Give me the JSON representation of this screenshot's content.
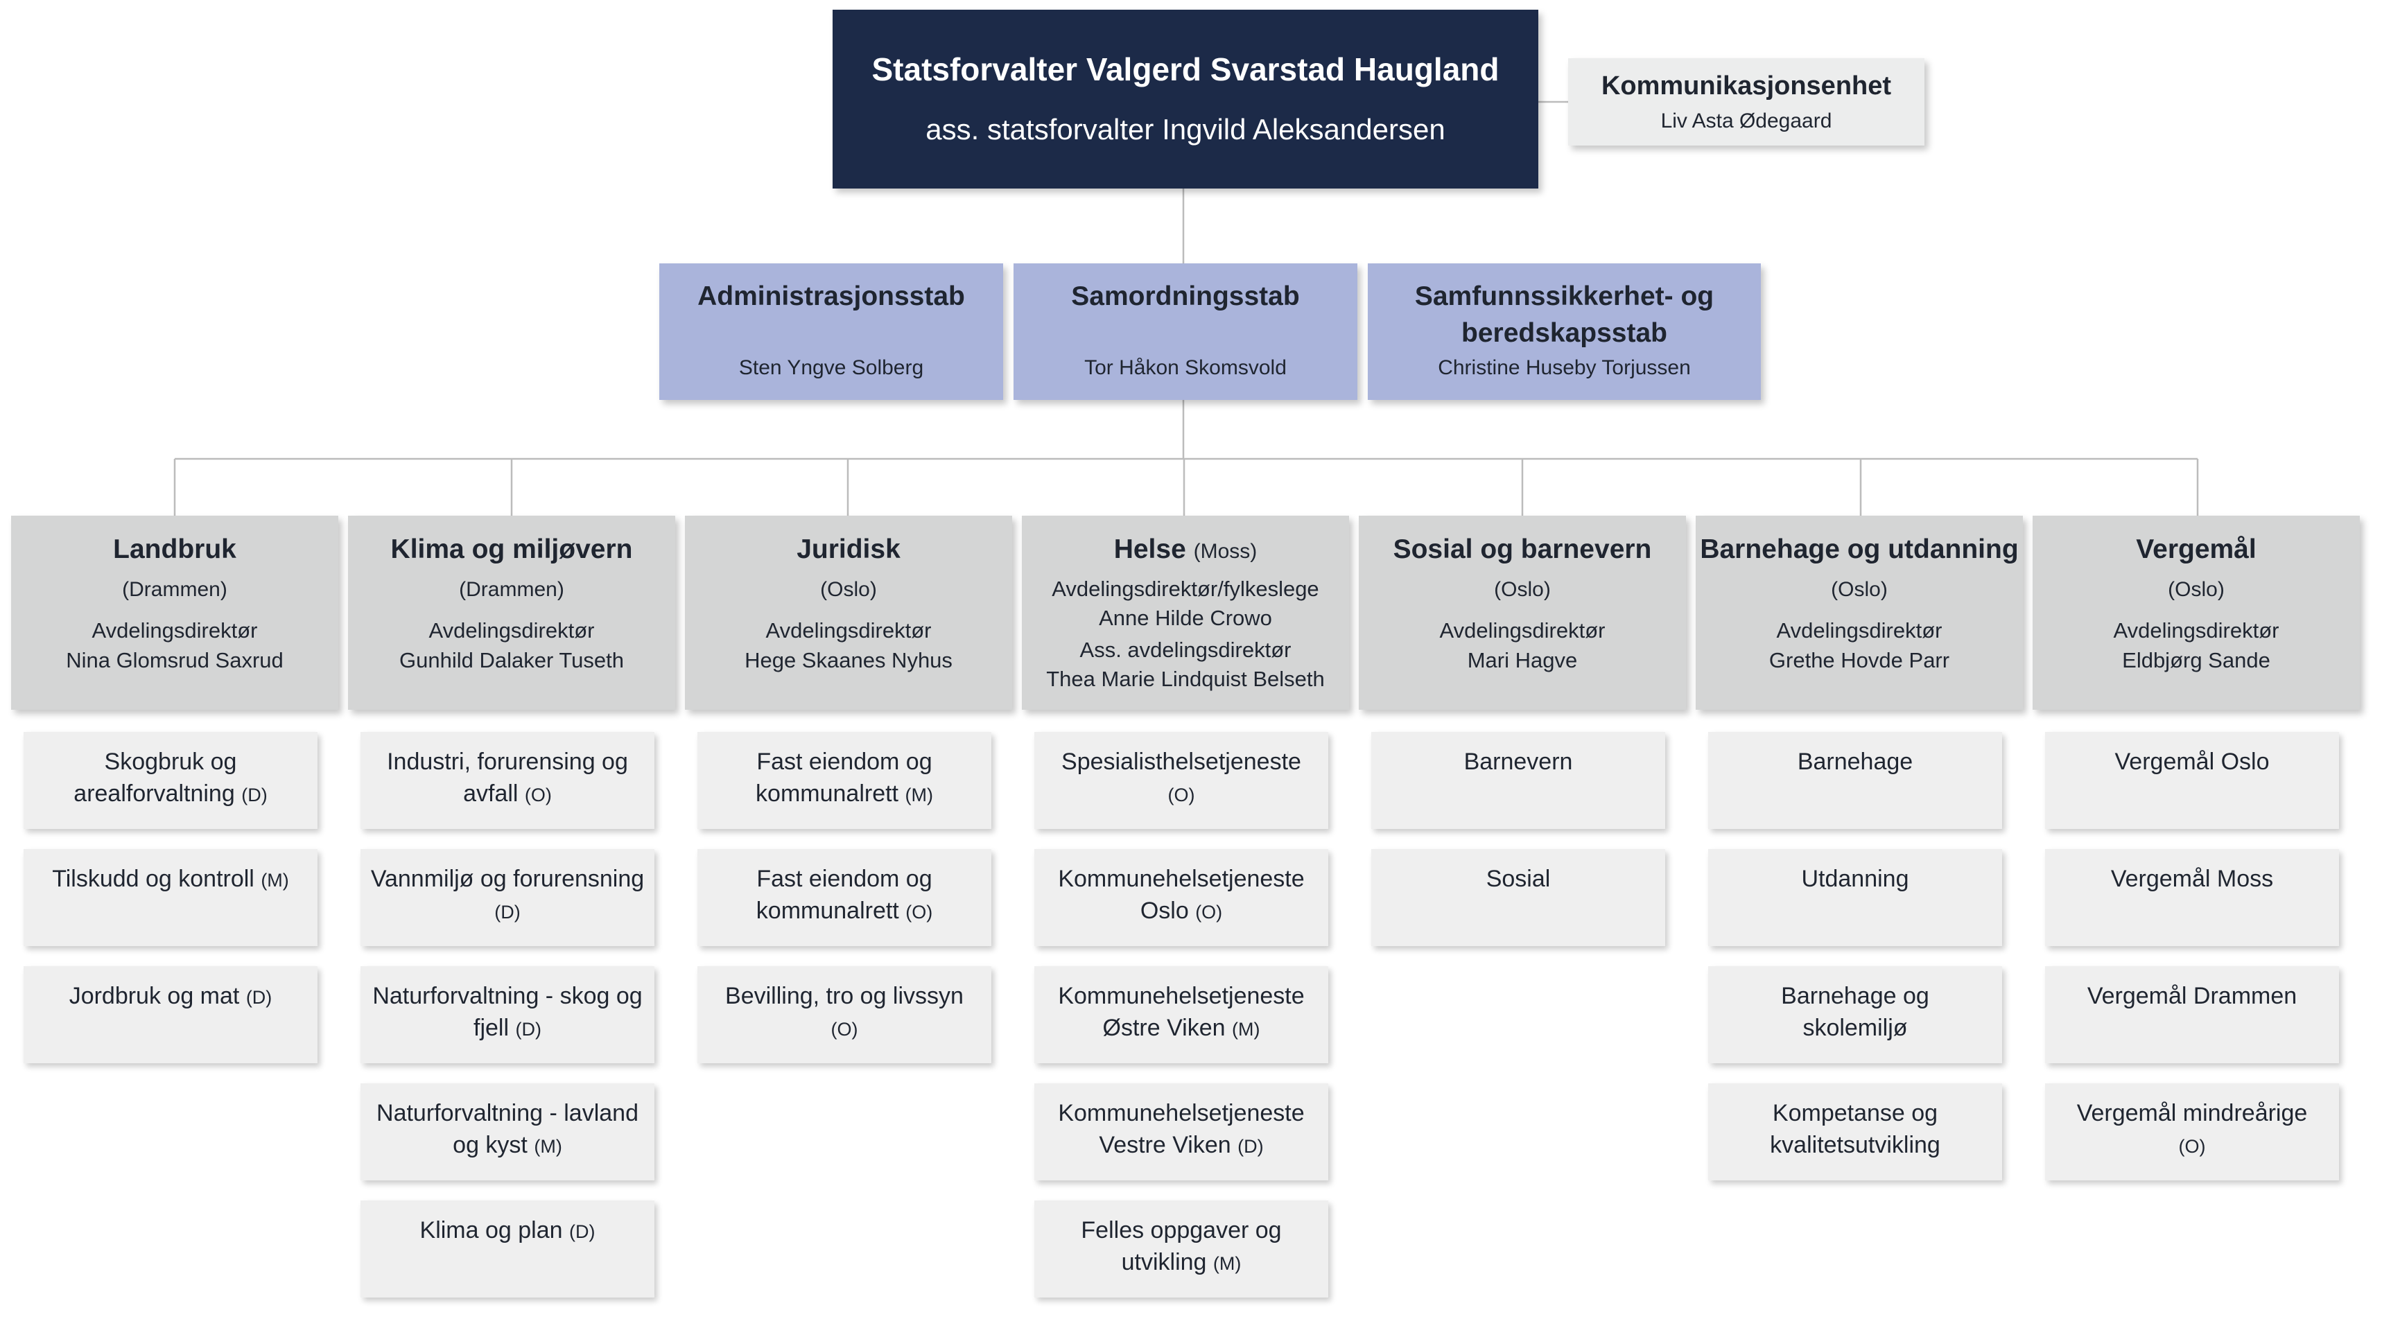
{
  "top": {
    "title": "Statsforvalter Valgerd Svarstad Haugland",
    "subtitle": "ass. statsforvalter Ingvild Aleksandersen"
  },
  "side": {
    "title": "Kommunikasjonsenhet",
    "name": "Liv Asta Ødegaard"
  },
  "staffs": [
    {
      "title": "Administrasjonsstab",
      "name": "Sten Yngve Solberg"
    },
    {
      "title": "Samordningsstab",
      "name": "Tor Håkon Skomsvold"
    },
    {
      "title": "Samfunnssikkerhet- og beredskapsstab",
      "name": "Christine Huseby Torjussen"
    }
  ],
  "departments": [
    {
      "title": "Landbruk",
      "location": "(Drammen)",
      "role": "Avdelingsdirektør",
      "director": "Nina Glomsrud Saxrud",
      "units": [
        {
          "name": "Skogbruk og arealforvaltning",
          "code": "(D)"
        },
        {
          "name": "Tilskudd og kontroll",
          "code": "(M)"
        },
        {
          "name": "Jordbruk og mat",
          "code": "(D)"
        }
      ]
    },
    {
      "title": "Klima og miljøvern",
      "location": "(Drammen)",
      "role": "Avdelingsdirektør",
      "director": "Gunhild Dalaker Tuseth",
      "units": [
        {
          "name": "Industri, forurensing og avfall",
          "code": "(O)"
        },
        {
          "name": "Vannmiljø og forurensning",
          "code": "(D)"
        },
        {
          "name": "Naturforvaltning - skog og fjell",
          "code": "(D)"
        },
        {
          "name": "Naturforvaltning - lavland og kyst",
          "code": "(M)"
        },
        {
          "name": "Klima og plan",
          "code": "(D)"
        }
      ]
    },
    {
      "title": "Juridisk",
      "location": "(Oslo)",
      "role": "Avdelingsdirektør",
      "director": "Hege Skaanes Nyhus",
      "units": [
        {
          "name": "Fast eiendom og kommunalrett",
          "code": "(M)"
        },
        {
          "name": "Fast eiendom og kommunalrett",
          "code": "(O)"
        },
        {
          "name": "Bevilling, tro og livssyn",
          "code": "(O)"
        }
      ]
    },
    {
      "title": "Helse",
      "title_suffix": "(Moss)",
      "role": "Avdelingsdirektør/fylkeslege",
      "director": "Anne Hilde Crowo",
      "role2": "Ass. avdelingsdirektør",
      "director2": "Thea Marie Lindquist Belseth",
      "units": [
        {
          "name": "Spesialisthelsetjeneste",
          "code": "(O)"
        },
        {
          "name": "Kommunehelsetjeneste Oslo",
          "code": "(O)"
        },
        {
          "name": "Kommunehelsetjeneste Østre Viken",
          "code": "(M)"
        },
        {
          "name": "Kommunehelsetjeneste Vestre Viken",
          "code": "(D)"
        },
        {
          "name": "Felles oppgaver og utvikling",
          "code": "(M)"
        }
      ]
    },
    {
      "title": "Sosial og barnevern",
      "location": "(Oslo)",
      "role": "Avdelingsdirektør",
      "director": "Mari Hagve",
      "units": [
        {
          "name": "Barnevern",
          "code": ""
        },
        {
          "name": "Sosial",
          "code": ""
        }
      ]
    },
    {
      "title": "Barnehage og utdanning",
      "location": "(Oslo)",
      "role": "Avdelingsdirektør",
      "director": "Grethe Hovde Parr",
      "units": [
        {
          "name": "Barnehage",
          "code": ""
        },
        {
          "name": "Utdanning",
          "code": ""
        },
        {
          "name": "Barnehage og skolemiljø",
          "code": ""
        },
        {
          "name": "Kompetanse og kvalitetsutvikling",
          "code": ""
        }
      ]
    },
    {
      "title": "Vergemål",
      "location": "(Oslo)",
      "role": "Avdelingsdirektør",
      "director": "Eldbjørg Sande",
      "units": [
        {
          "name": "Vergemål Oslo",
          "code": ""
        },
        {
          "name": "Vergemål Moss",
          "code": ""
        },
        {
          "name": "Vergemål Drammen",
          "code": ""
        },
        {
          "name": "Vergemål mindreårige",
          "code": "(O)"
        }
      ]
    }
  ],
  "colors": {
    "top_bg": "#1c2a48",
    "staff_bg": "#aab4db",
    "dept_bg": "#d4d5d5",
    "unit_bg": "#efefef",
    "side_bg": "#eceded",
    "line": "#bcbcbc"
  }
}
